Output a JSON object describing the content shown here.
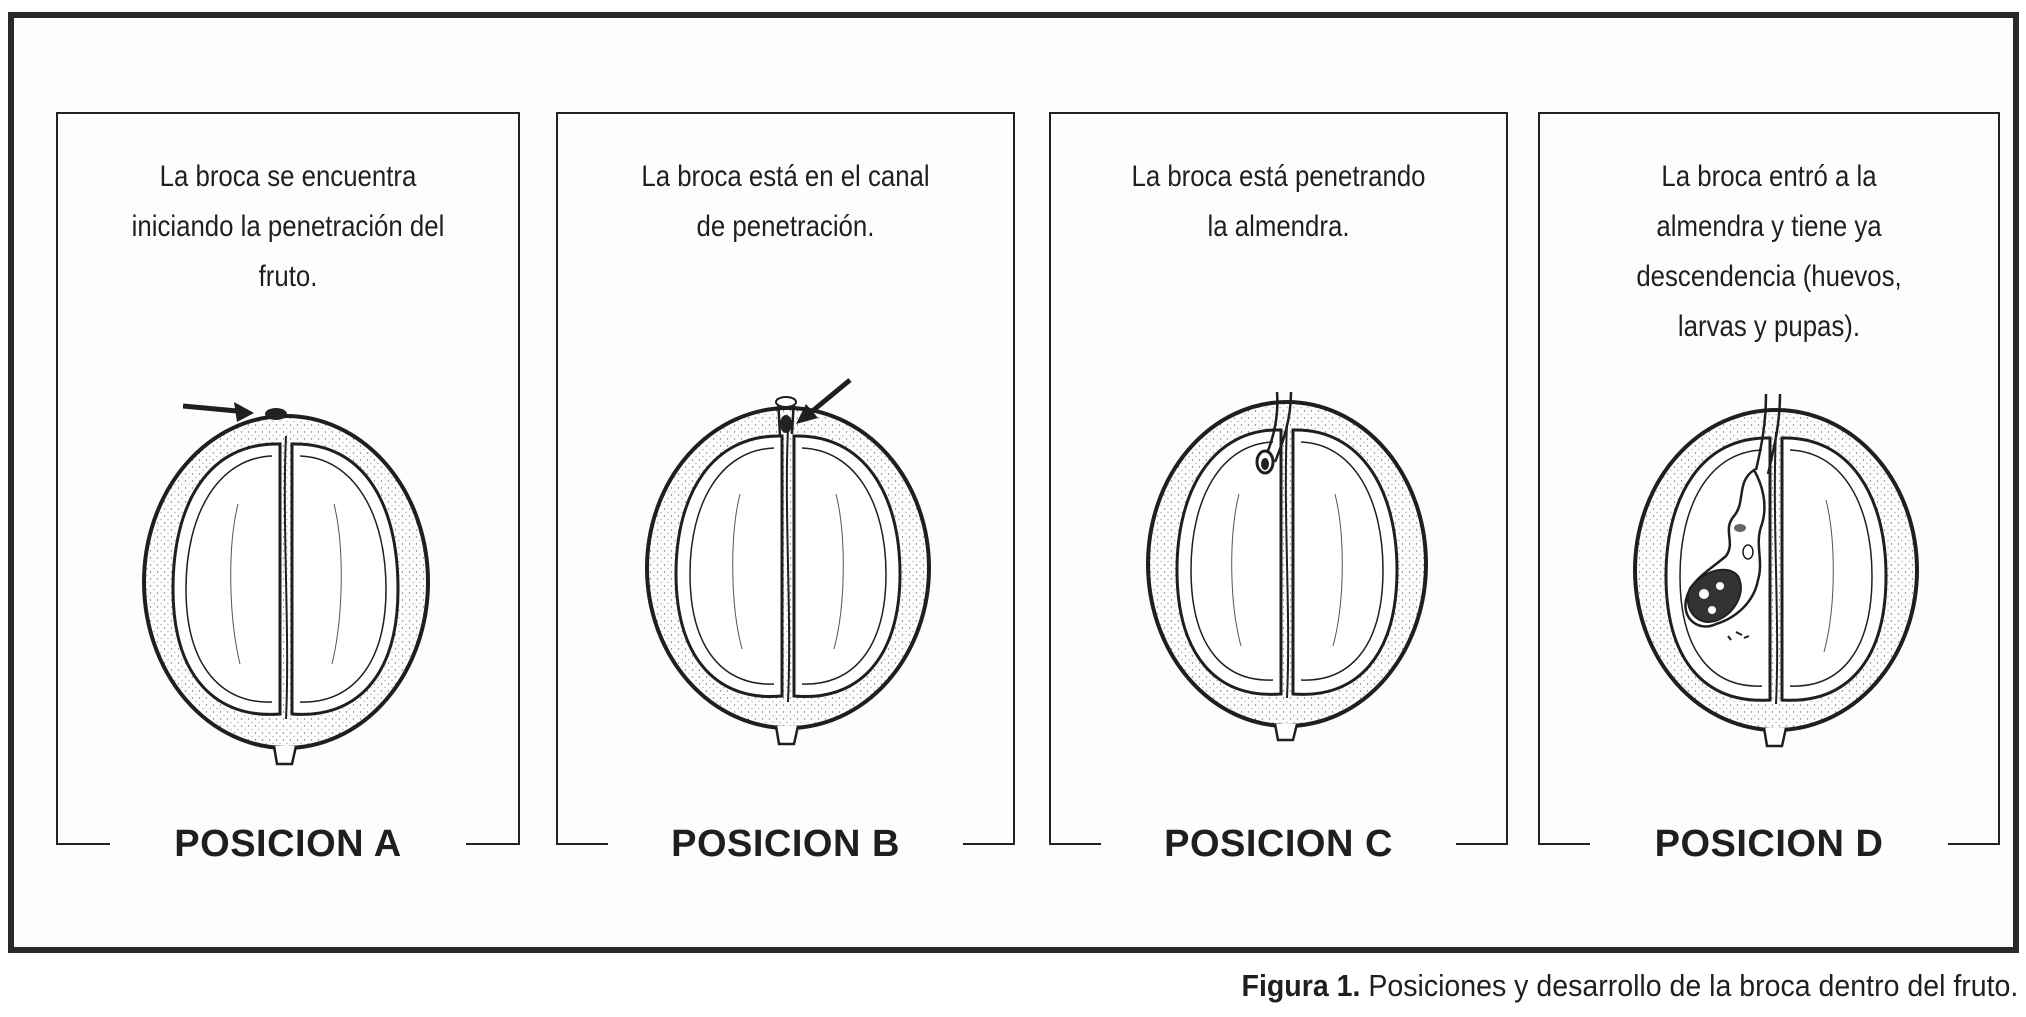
{
  "panels": [
    {
      "id": "a",
      "text_lines": [
        "La broca se encuentra",
        "iniciando la penetración del",
        "fruto."
      ],
      "label": "POSICION A"
    },
    {
      "id": "b",
      "text_lines": [
        "La broca está en el canal",
        "de penetración."
      ],
      "label": "POSICION B"
    },
    {
      "id": "c",
      "text_lines": [
        "La broca está penetrando",
        "la almendra."
      ],
      "label": "POSICION C"
    },
    {
      "id": "d",
      "text_lines": [
        "La broca entró a la",
        "almendra y tiene ya",
        "descendencia (huevos,",
        "larvas y pupas)."
      ],
      "label": "POSICION D"
    }
  ],
  "caption": {
    "prefix": "Figura 1.",
    "text": " Posiciones y desarrollo de la broca dentro del fruto."
  },
  "colors": {
    "ink": "#1f1f1f",
    "frame": "#2a2a2a",
    "pulp_stipple": "#888888"
  }
}
